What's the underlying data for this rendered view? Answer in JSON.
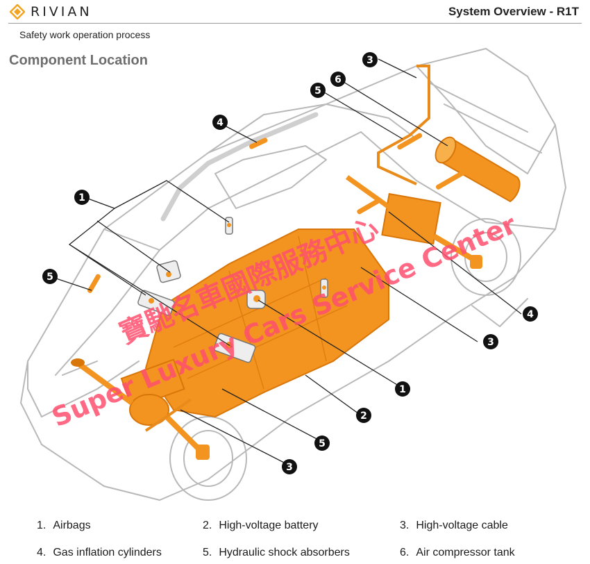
{
  "header": {
    "brand": "RIVIAN",
    "title": "System Overview - R1T"
  },
  "subtitle": "Safety work operation process",
  "section_title": "Component Location",
  "callouts": {
    "c1a": "1",
    "c1b": "1",
    "c2": "2",
    "c3a": "3",
    "c3b": "3",
    "c3c": "3",
    "c4a": "4",
    "c4b": "4",
    "c5a": "5",
    "c5b": "5",
    "c5c": "5",
    "c6": "6"
  },
  "legend": [
    {
      "num": "1.",
      "label": "Airbags"
    },
    {
      "num": "2.",
      "label": "High-voltage battery"
    },
    {
      "num": "3.",
      "label": "High-voltage cable"
    },
    {
      "num": "4.",
      "label": "Gas inflation cylinders"
    },
    {
      "num": "5.",
      "label": "Hydraulic shock absorbers"
    },
    {
      "num": "6.",
      "label": "Air compressor tank"
    }
  ],
  "watermark": {
    "line1": "寶馳名車國際服務中心",
    "line2": "Super Luxury Cars Service Center"
  },
  "colors": {
    "highlight": "#f2941f",
    "highlight_dark": "#d9760a",
    "outline": "#b8b8b8",
    "watermark": "#ff4f6e"
  }
}
